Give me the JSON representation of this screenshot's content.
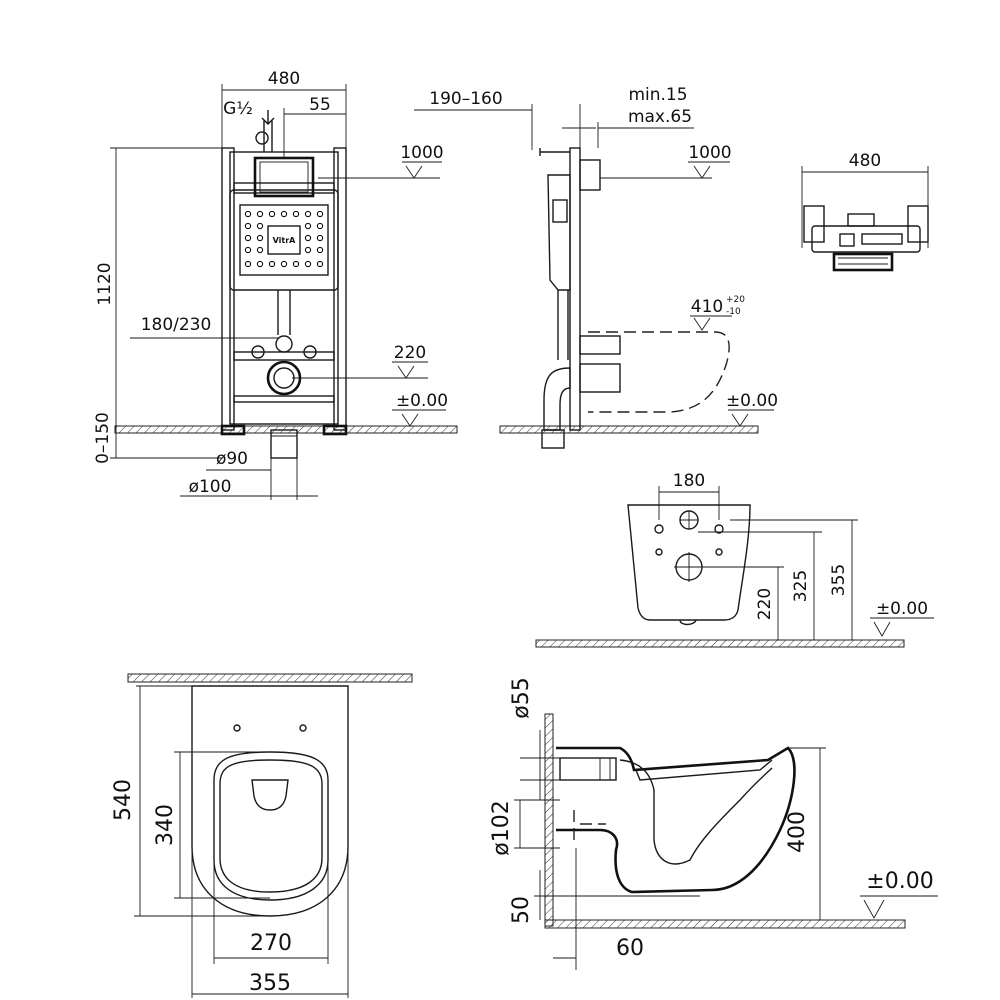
{
  "front_view": {
    "width": "480",
    "connector": "G½",
    "offset": "55",
    "height": "1120",
    "pipe_spacing": "180/230",
    "level_top": "1000",
    "level_mid": "220",
    "level_zero": "±0.00",
    "floor_adjust": "0–150",
    "pipe_dia_inner": "ø90",
    "pipe_dia_outer": "ø100",
    "brand": "VitrA"
  },
  "side_view": {
    "depth": "190–160",
    "wall_min": "min.15",
    "wall_max": "max.65",
    "level_top": "1000",
    "bowl_height": "410",
    "bowl_tol_plus": "+20",
    "bowl_tol_minus": "-10",
    "level_zero": "±0.00"
  },
  "top_view": {
    "width": "480"
  },
  "bowl_back_view": {
    "bolt_spacing": "180",
    "h_outlet": "220",
    "h_inlet": "325",
    "h_bolts": "355",
    "level_zero": "±0.00"
  },
  "bowl_top_view": {
    "length": "540",
    "seat_length": "340",
    "seat_width": "270",
    "width": "355"
  },
  "bowl_section_view": {
    "inlet_dia": "ø55",
    "outlet_dia": "ø102",
    "height": "400",
    "outlet_height": "50",
    "wall_offset": "60",
    "level_zero": "±0.00"
  }
}
